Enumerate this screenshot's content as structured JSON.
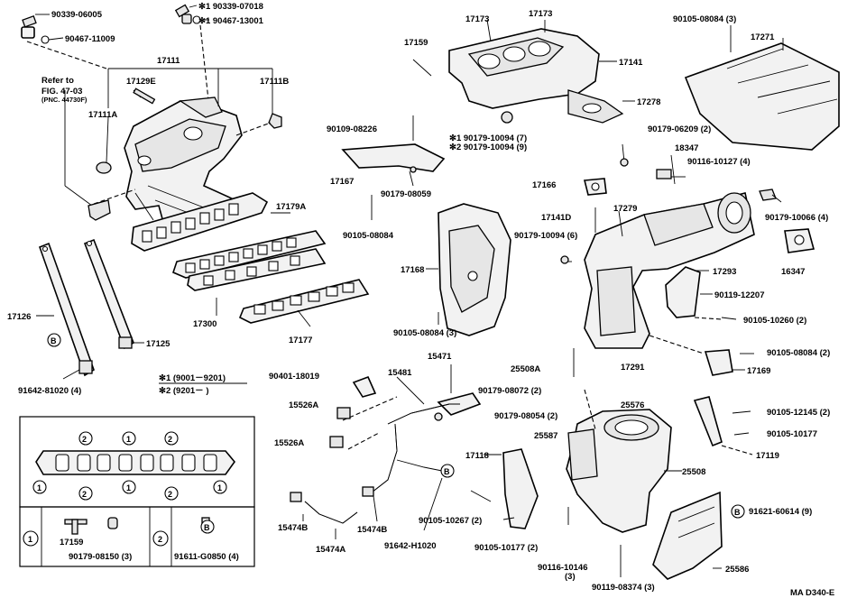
{
  "labels": {
    "p90339_07018": "✻1 90339-07018",
    "p90467_13001": "✻1 90467-13001",
    "p90339_06005": "90339-06005",
    "p90467_11009": "90467-11009",
    "p17111": "17111",
    "p17129E": "17129E",
    "p17111B": "17111B",
    "p17111A": "17111A",
    "refer1": "Refer to",
    "refer2": "FIG. 47-03",
    "refer3": "(PNC. 44730F)",
    "p17179A": "17179A",
    "p17126": "17126",
    "p17125": "17125",
    "p17300": "17300",
    "p17177": "17177",
    "p91642_81020": "91642-81020 (4)",
    "note1": "✻1 (9001－9201)",
    "note2": "✻2 (9201－      )",
    "p17159": "17159",
    "p17173a": "17173",
    "p17173b": "17173",
    "p17141": "17141",
    "p17278": "17278",
    "p90109_08226": "90109-08226",
    "p90179_10094_7": "✻1 90179-10094 (7)",
    "p90179_10094_9": "✻2 90179-10094 (9)",
    "p17167": "17167",
    "p90179_08059": "90179-08059",
    "p90105_08084": "90105-08084",
    "p17168": "17168",
    "p90105_08084_3b": "90105-08084 (3)",
    "p90105_08084_3": "90105-08084 (3)",
    "p17271": "17271",
    "p90179_06209": "90179-06209 (2)",
    "p18347": "18347",
    "p90116_10127": "90116-10127 (4)",
    "p17166": "17166",
    "p17141D": "17141D",
    "p17279": "17279",
    "p90179_10066": "90179-10066 (4)",
    "p90179_10094_6": "90179-10094 (6)",
    "p16347": "16347",
    "p17293": "17293",
    "p90119_12207": "90119-12207",
    "p90105_10260": "90105-10260 (2)",
    "p90105_08084_2": "90105-08084 (2)",
    "p17291": "17291",
    "p17169": "17169",
    "p25508A": "25508A",
    "p90179_08072": "90179-08072 (2)",
    "p90401_18019": "90401-18019",
    "p15471": "15471",
    "p15481": "15481",
    "p15526A_1": "15526A",
    "p15526A_2": "15526A",
    "p90179_08054": "90179-08054 (2)",
    "p25576": "25576",
    "p25587": "25587",
    "p17118": "17118",
    "p25508": "25508",
    "p90105_12145": "90105-12145 (2)",
    "p90105_10177": "90105-10177",
    "p17119": "17119",
    "p90105_10267": "90105-10267 (2)",
    "p90105_10177_2": "90105-10177 (2)",
    "p91642_H1020": "91642-H1020",
    "p15474B_1": "15474B",
    "p15474B_2": "15474B",
    "p15474A": "15474A",
    "p90116_10146": "90116-10146",
    "p90116_10146_q": "(3)",
    "p90119_08374": "90119-08374 (3)",
    "p91621_60614": "91621-60614 (9)",
    "p25586": "25586",
    "code": "MA D340-E"
  },
  "circles": {
    "c1": "1",
    "c2": "2",
    "b": "B"
  },
  "legend": {
    "one": "1",
    "two": "2",
    "p17159": "17159",
    "p90179_08150": "90179-08150 (3)",
    "p91611_G0850": "91611-G0850 (4)"
  }
}
